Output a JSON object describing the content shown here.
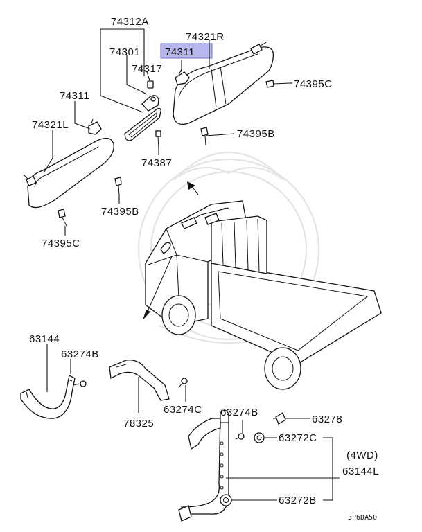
{
  "callouts": {
    "p74312A": "74312A",
    "p74321R": "74321R",
    "p74301": "74301",
    "p74311_top": "74311",
    "p74317": "74317",
    "p74395C_right": "74395C",
    "p74311_left": "74311",
    "p74321L": "74321L",
    "p74395B_mid": "74395B",
    "p74387": "74387",
    "p74395B_low": "74395B",
    "p74395C_low": "74395C",
    "p63144": "63144",
    "p63274B_left": "63274B",
    "p78325": "78325",
    "p63274C": "63274C",
    "p63274B_right": "63274B",
    "p63278": "63278",
    "p63272C": "63272C",
    "p4WD": "(4WD)",
    "p63144L": "63144L",
    "p63272B": "63272B"
  },
  "diagram_code": "3P6DA50",
  "colors": {
    "highlight": "#b7b7ee",
    "highlight_border": "#6f6fd0",
    "line": "#111111",
    "watermark": "#e4e4e4"
  }
}
